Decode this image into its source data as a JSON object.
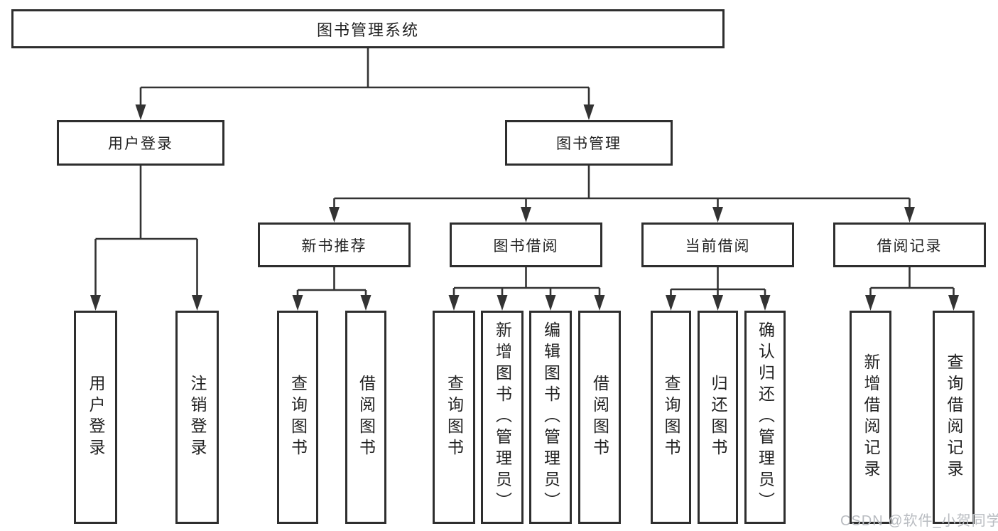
{
  "tree": {
    "root": "图书管理系统",
    "children": [
      {
        "label": "用户登录",
        "children": [
          {
            "label": "用户登录"
          },
          {
            "label": "注销登录"
          }
        ]
      },
      {
        "label": "图书管理",
        "children": [
          {
            "label": "新书推荐",
            "children": [
              {
                "label": "查询图书"
              },
              {
                "label": "借阅图书"
              }
            ]
          },
          {
            "label": "图书借阅",
            "children": [
              {
                "label": "查询图书"
              },
              {
                "label": "新增图书（管理员）"
              },
              {
                "label": "编辑图书（管理员）"
              },
              {
                "label": "借阅图书"
              }
            ]
          },
          {
            "label": "当前借阅",
            "children": [
              {
                "label": "查询图书"
              },
              {
                "label": "归还图书"
              },
              {
                "label": "确认归还（管理员）"
              }
            ]
          },
          {
            "label": "借阅记录",
            "children": [
              {
                "label": "新增借阅记录"
              },
              {
                "label": "查询借阅记录"
              }
            ]
          }
        ]
      }
    ]
  },
  "watermark": {
    "text": "CSDN @软件_小贺同学"
  },
  "colors": {
    "line": "#333333",
    "box_border": "#2e2e2e",
    "text": "#222222",
    "watermark": "#b9bcc1",
    "background": "#ffffff"
  }
}
